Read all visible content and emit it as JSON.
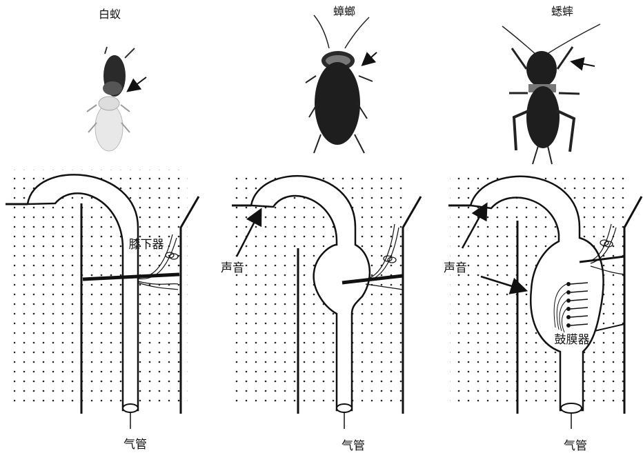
{
  "panels": [
    {
      "insect": "白蚁",
      "organ": "膝下器",
      "trachea": "气管"
    },
    {
      "insect": "蟑螂",
      "sound": "声音",
      "trachea": "气管"
    },
    {
      "insect": "蟋蟀",
      "sound": "声音",
      "organ": "鼓膜器",
      "trachea": "气管"
    }
  ],
  "colors": {
    "ink": "#111111",
    "dots": "#222222"
  }
}
